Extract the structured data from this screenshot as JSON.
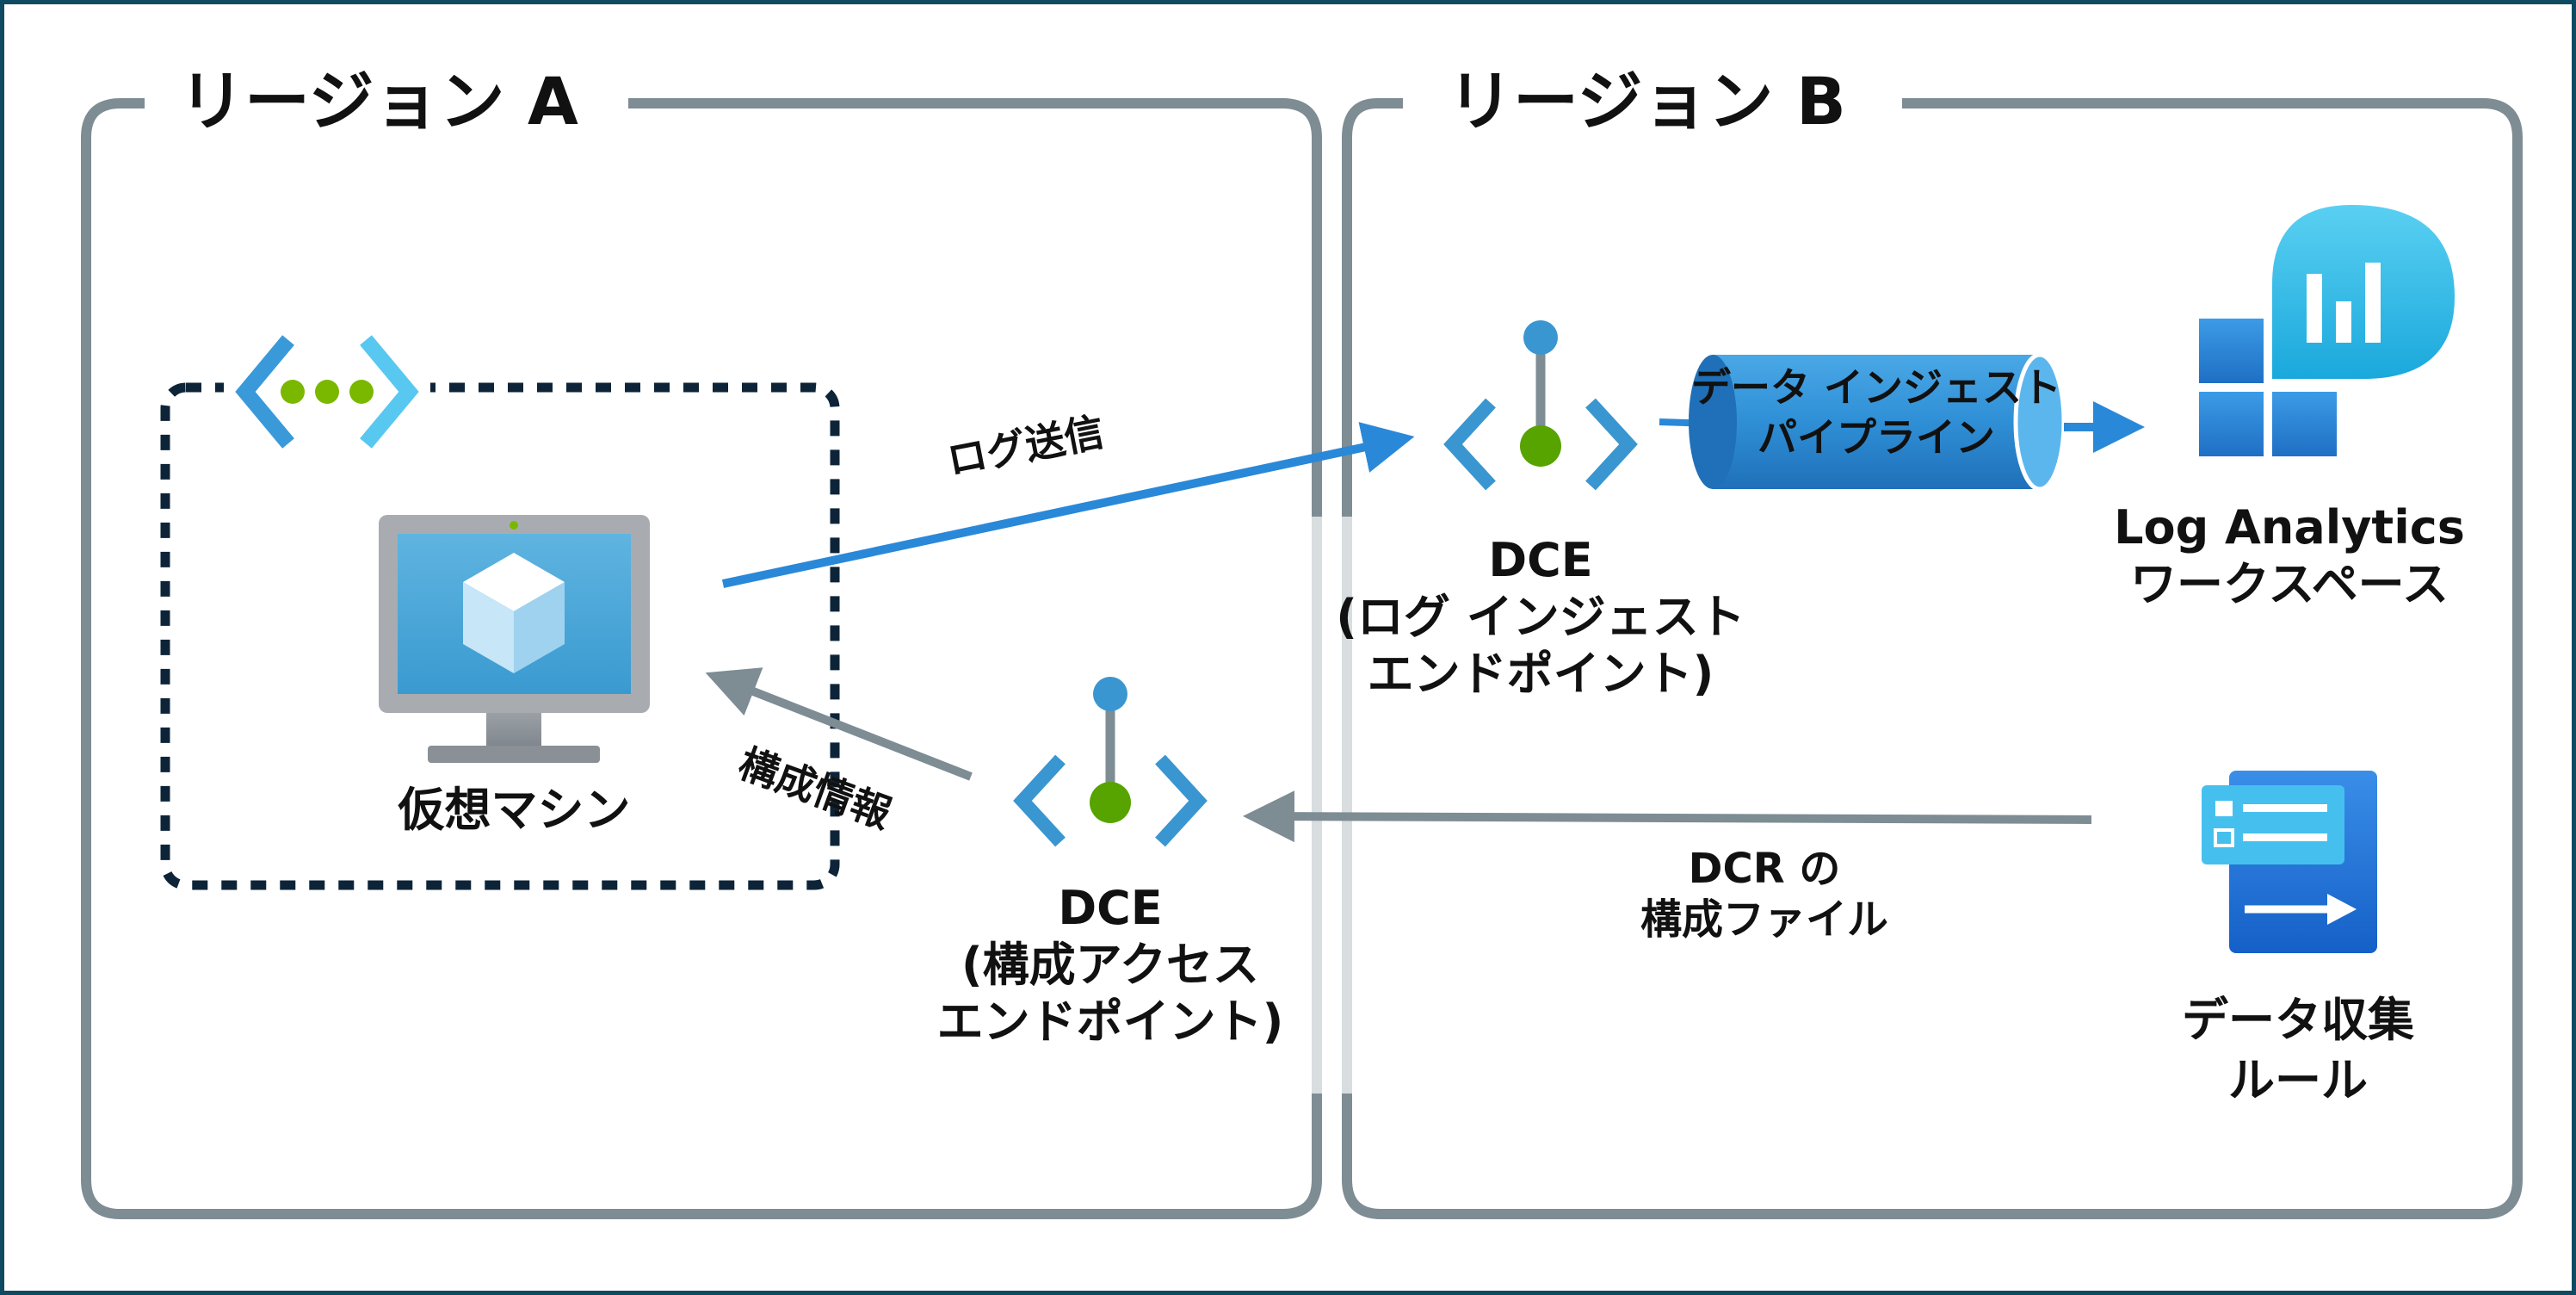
{
  "regions": {
    "a": {
      "title": "リージョン A"
    },
    "b": {
      "title": "リージョン B"
    }
  },
  "nodes": {
    "vm": {
      "label": "仮想マシン",
      "icon": "virtual-machine-icon"
    },
    "dce_config": {
      "line1": "DCE",
      "line2": "(構成アクセス",
      "line3": "エンドポイント)",
      "icon": "dce-endpoint-icon"
    },
    "dce_logs": {
      "line1": "DCE",
      "line2": "(ログ インジェスト",
      "line3": "エンドポイント)",
      "icon": "dce-endpoint-icon"
    },
    "pipeline": {
      "line1": "データ インジェスト",
      "line2": "パイプライン",
      "icon": "pipeline-cylinder-icon"
    },
    "workspace": {
      "line1": "Log Analytics",
      "line2": "ワークスペース",
      "icon": "log-analytics-icon"
    },
    "dcr": {
      "line1": "データ収集",
      "line2": "ルール",
      "icon": "data-collection-rule-icon"
    }
  },
  "arrows": {
    "send_logs": {
      "label": "ログ送信"
    },
    "config_info": {
      "label": "構成情報"
    },
    "dcr_config": {
      "line1": "DCR の",
      "line2": "構成ファイル"
    }
  },
  "colors": {
    "frame_border": "#0f4a63",
    "region_border": "#7e8c94",
    "vnet_border": "#0d2438",
    "send_arrow": "#2a88d8",
    "config_arrow": "#7e8c94",
    "endpoint_blue": "#3a96d0",
    "endpoint_green": "#57a300"
  }
}
